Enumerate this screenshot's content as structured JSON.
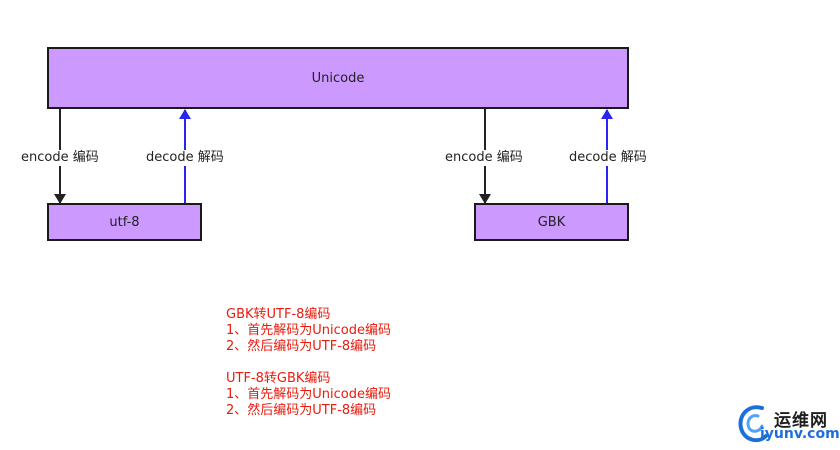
{
  "nodes": {
    "unicode": "Unicode",
    "utf8": "utf-8",
    "gbk": "GBK"
  },
  "edges": {
    "left_encode": "encode 编码",
    "left_decode": "decode 解码",
    "right_encode": "encode 编码",
    "right_decode": "decode 解码"
  },
  "notes": {
    "gbk_to_utf8": {
      "title": "GBK转UTF-8编码",
      "step1": "1、首先解码为Unicode编码",
      "step2": "2、然后编码为UTF-8编码"
    },
    "utf8_to_gbk": {
      "title": "UTF-8转GBK编码",
      "step1": "1、首先解码为Unicode编码",
      "step2": "2、然后编码为UTF-8编码"
    }
  },
  "watermark": {
    "chinese": "运维网",
    "domain": "iyunv.com"
  },
  "colors": {
    "box_fill": "#cc99ff",
    "encode_arrow": "#222222",
    "decode_arrow": "#2b24f0",
    "note_text": "#e81b0e",
    "watermark_blue": "#1c6fd8"
  }
}
